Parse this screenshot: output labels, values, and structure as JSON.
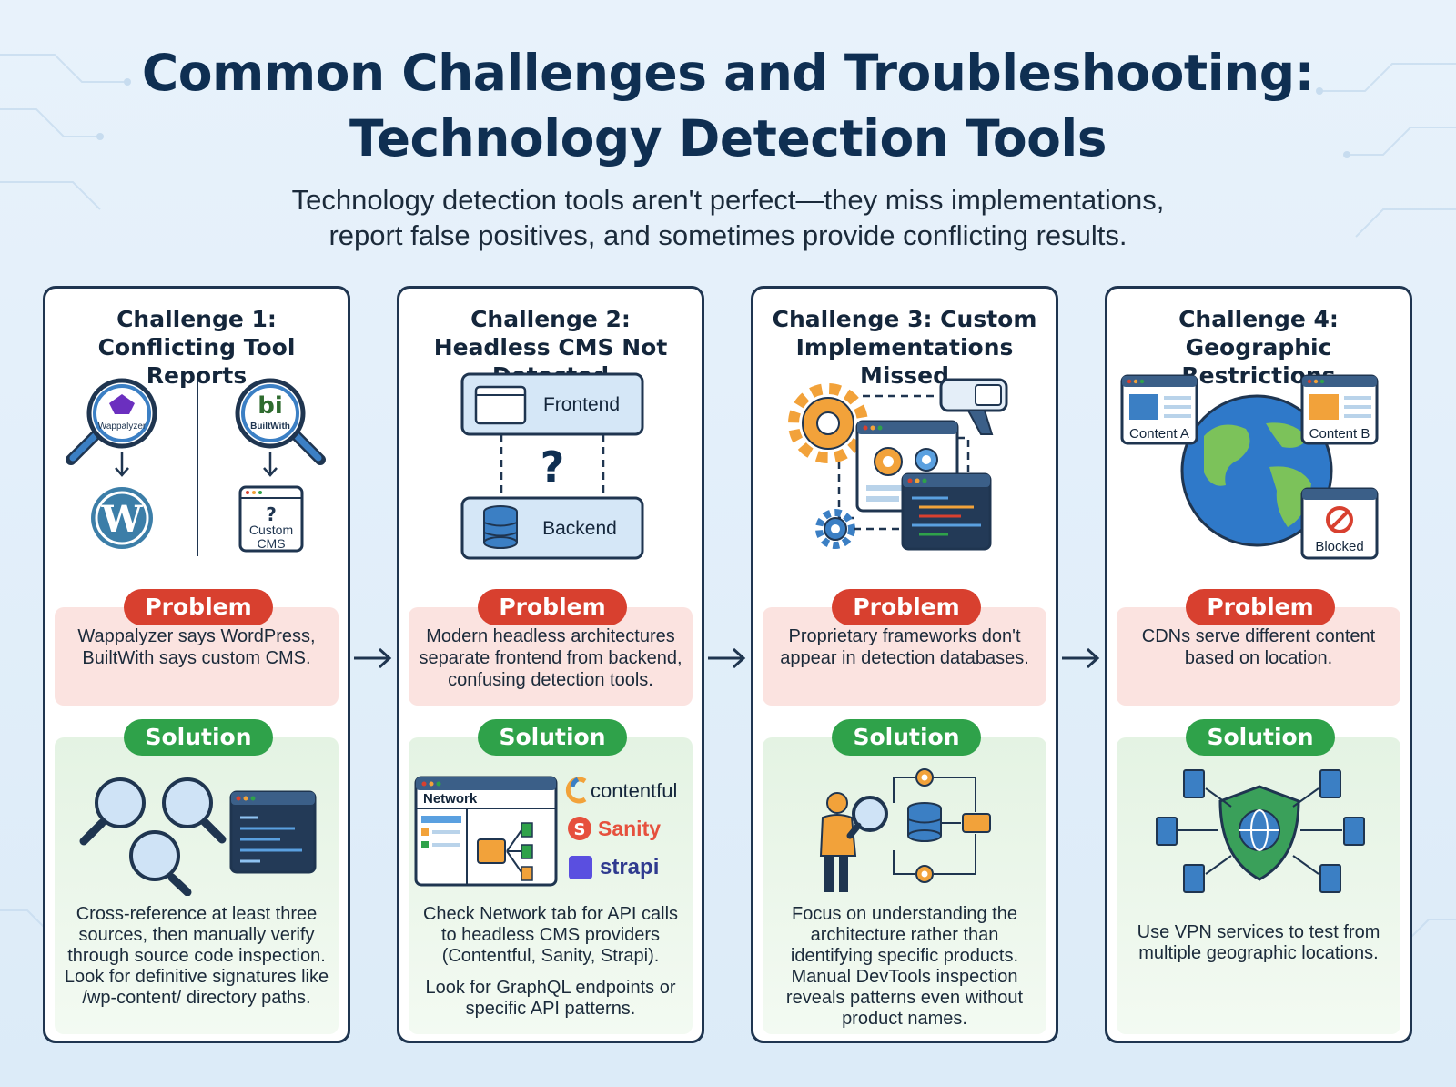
{
  "header": {
    "title_line1": "Common Challenges and Troubleshooting:",
    "title_line2": "Technology Detection Tools",
    "subtitle_line1": "Technology detection tools aren't perfect—they miss implementations,",
    "subtitle_line2": "report false positives, and sometimes provide conflicting results."
  },
  "labels": {
    "problem": "Problem",
    "solution": "Solution"
  },
  "cards": [
    {
      "title_line1": "Challenge 1:",
      "title_line2": "Conflicting Tool Reports",
      "illustration": {
        "tool_a": "Wappalyzer",
        "tool_b": "BuiltWith",
        "result_b_line1": "Custom",
        "result_b_line2": "CMS",
        "question": "?"
      },
      "problem": "Wappalyzer says WordPress, BuiltWith says custom CMS.",
      "solution": [
        "Cross-reference at least three sources, then manually verify through source code inspection. Look for definitive signatures like /wp-content/ directory paths."
      ]
    },
    {
      "title_line1": "Challenge 2:",
      "title_line2": "Headless CMS Not Detected",
      "illustration": {
        "frontend": "Frontend",
        "backend": "Backend",
        "question": "?"
      },
      "problem": "Modern headless architectures separate frontend from backend, confusing detection tools.",
      "solution_illustration": {
        "network_tab": "Network",
        "providers": [
          "contentful",
          "Sanity",
          "strapi"
        ]
      },
      "solution": [
        "Check Network tab for API calls to headless CMS providers (Contentful, Sanity, Strapi).",
        "Look for GraphQL endpoints or specific API patterns."
      ]
    },
    {
      "title_line1": "Challenge 3: Custom",
      "title_line2": "Implementations Missed",
      "problem": "Proprietary frameworks don't appear in detection databases.",
      "solution": [
        "Focus on understanding the architecture rather than identifying specific products. Manual DevTools inspection reveals patterns even without product names."
      ]
    },
    {
      "title_line1": "Challenge 4:",
      "title_line2": "Geographic Restrictions",
      "illustration": {
        "content_a": "Content A",
        "content_b": "Content B",
        "blocked": "Blocked"
      },
      "problem": "CDNs serve different content based on location.",
      "solution": [
        "Use VPN services to test from multiple geographic locations."
      ]
    }
  ],
  "colors": {
    "title": "#0f2f52",
    "problem": "#d8402f",
    "solution": "#2fa24a",
    "problem_panel": "#fbe3e0",
    "solution_panel": "#e4f3e3",
    "card_border": "#1f3550",
    "accent_blue": "#3b7fc4",
    "accent_orange": "#f2a23a"
  },
  "icons": [
    "magnifier-icon",
    "wordpress-logo-icon",
    "custom-cms-icon",
    "browser-window-icon",
    "database-icon",
    "gear-icon",
    "scanner-icon",
    "code-window-icon",
    "globe-icon",
    "blocked-icon",
    "server-icon",
    "shield-icon",
    "person-icon",
    "arrow-right-icon"
  ]
}
